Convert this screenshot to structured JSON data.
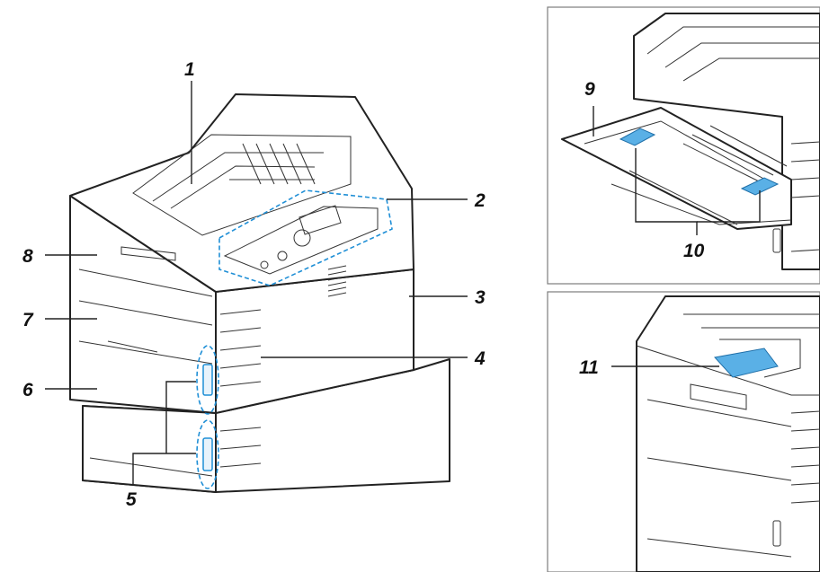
{
  "colors": {
    "highlight": "#1f8fd6",
    "highlight_fill": "#5ab0e6",
    "line": "#222222",
    "panel_border": "#7d7d7d"
  },
  "main_view": {
    "callouts": [
      {
        "num": "1"
      },
      {
        "num": "2"
      },
      {
        "num": "3"
      },
      {
        "num": "4"
      },
      {
        "num": "5"
      },
      {
        "num": "6"
      },
      {
        "num": "7"
      },
      {
        "num": "8"
      }
    ]
  },
  "detail_top": {
    "callouts": [
      {
        "num": "9"
      },
      {
        "num": "10"
      }
    ]
  },
  "detail_bottom": {
    "callouts": [
      {
        "num": "11"
      }
    ]
  }
}
